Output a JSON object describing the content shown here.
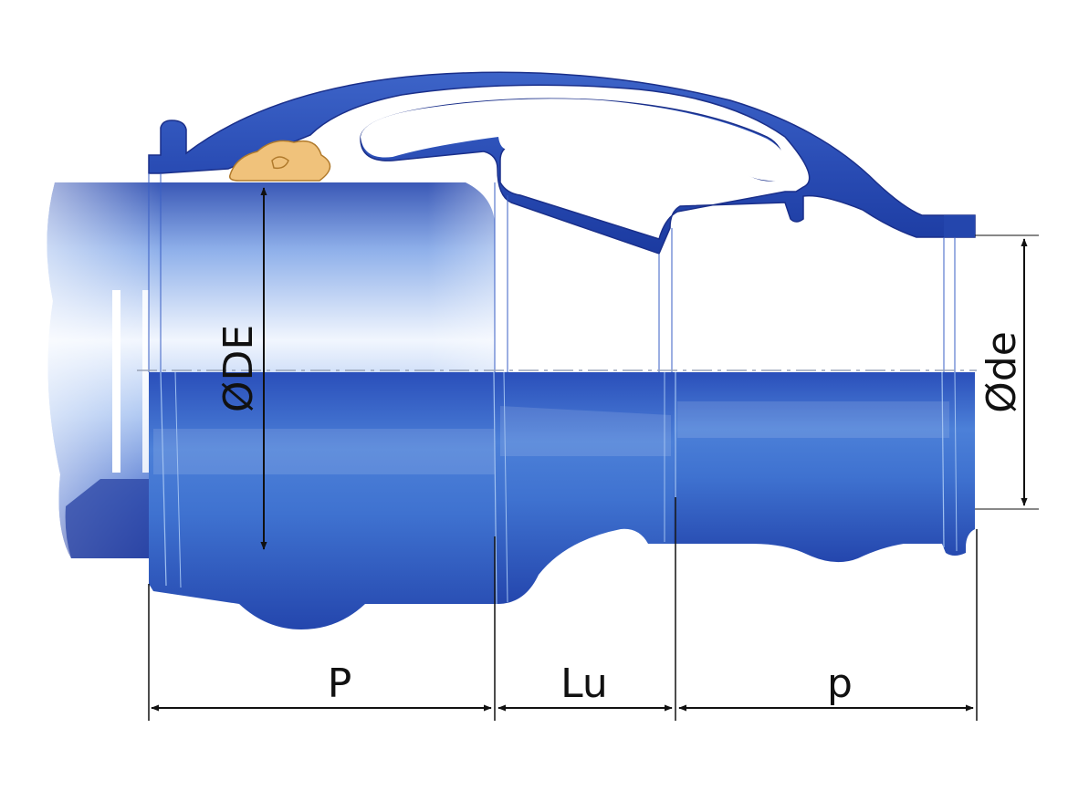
{
  "labels": {
    "outer_diameter": "ØDE",
    "inner_diameter": "Ød",
    "inner_diameter_suffix": "e",
    "socket_depth_large": "P",
    "useful_length": "Lu",
    "socket_depth_small": "p"
  },
  "colors": {
    "casting_dark": "#1d3fa6",
    "casting_mid": "#2f5cc7",
    "casting_light": "#4a7fd6",
    "casting_highlight": "#9fc0f0",
    "pipe_light": "#e9f1fd",
    "pipe_mid": "#7ea6e6",
    "pipe_dark": "#3350b4",
    "gasket": "#f0c27b",
    "gasket_stroke": "#b07a2c",
    "dimension_line": "#111111",
    "centerline": "#9aa4b8"
  }
}
